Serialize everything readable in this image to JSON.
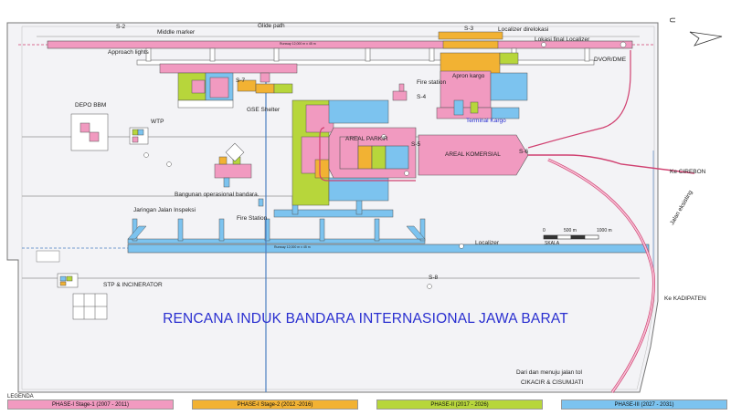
{
  "title": "RENCANA INDUK BANDARA INTERNASIONAL JAWA BARAT",
  "labels": {
    "s2": "S-2",
    "middle_marker": "Middle marker",
    "approach_lights": "Approach lights",
    "glide_path": "Glide path",
    "s3": "S-3",
    "localizer_direlokasi": "Localizer direlokasi",
    "lokasi_final_localizer": "Lokasi final Localizer",
    "dvor_dme": "DVOR/DME",
    "apron_kargo": "Apron kargo",
    "fire_station": "Fire station",
    "s4": "S-4",
    "terminal_kargo": "Terminal Kargo",
    "depo_bbm": "DEPO BBM",
    "wtp": "WTP",
    "s7": "S-7",
    "gse_shelter": "GSE Shelter",
    "areal_parkir": "AREAL PARKIR",
    "s5": "S-5",
    "areal_komersial": "AREAL KOMERSIAL",
    "s6": "S-6",
    "ke_cirebon": "Ke CIREBON",
    "bangunan_operasional": "Bangunan operasional bandara.",
    "fire_station_2": "Fire Station",
    "jaringan_jalan": "Jaringan Jalan Inspeksi",
    "localizer": "Localizer",
    "jalan_eksisting": "Jalan eksisting",
    "ke_kadipaten": "Ke KADIPATEN",
    "s8": "S-8",
    "stp_incinerator": "STP & INCINERATOR",
    "skala": "SKALA",
    "scale_0": "0",
    "scale_500": "500 m",
    "scale_1000": "1000 m",
    "dari_menuju": "Dari dan menuju jalan tol",
    "cikacir": "CIKACIR & CISUMJATI",
    "north": "U",
    "runway_top": "Runway 12,000 m x 45 m",
    "runway_bottom": "Runway 12,000 m x 45 m"
  },
  "legend": {
    "title": "LEGENDA",
    "items": [
      {
        "label": "PHASE-I Stage-1 (2007 - 2011)",
        "color": "#f19ac0"
      },
      {
        "label": "PHASE-I Stage-2 (2012 -2016)",
        "color": "#f2b233"
      },
      {
        "label": "PHASE-II (2017 - 2026)",
        "color": "#b7d63b"
      },
      {
        "label": "PHASE-III (2027 - 2031)",
        "color": "#7cc3ef"
      }
    ]
  },
  "colors": {
    "phase1_stage1": "#f19ac0",
    "phase1_stage2": "#f2b233",
    "phase2": "#b7d63b",
    "phase3": "#7cc3ef",
    "title": "#2a2fd0"
  }
}
